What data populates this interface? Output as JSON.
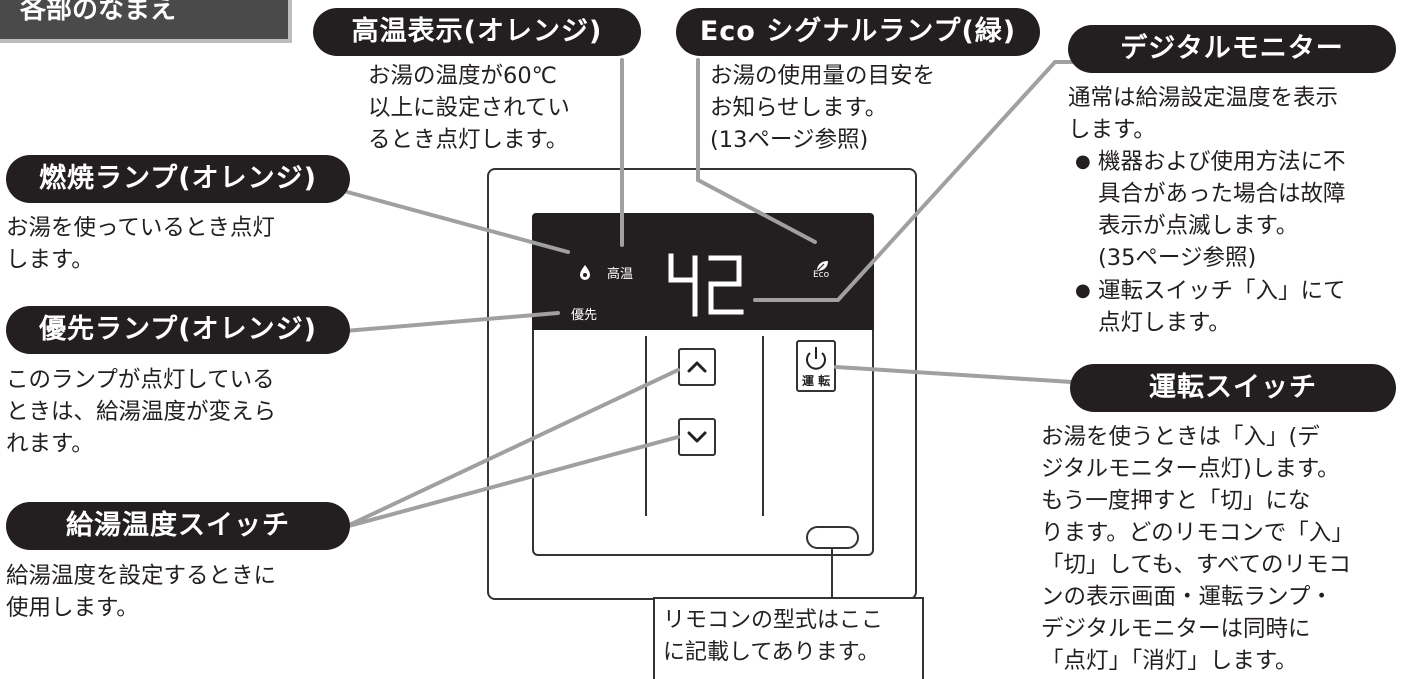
{
  "corner_tab": "各部のなまえ",
  "callouts": {
    "high_temp": {
      "title": "高温表示(オレンジ)",
      "desc": "お湯の温度が60℃\n以上に設定されてい\nるとき点灯します。"
    },
    "eco": {
      "title": "Eco シグナルランプ(緑)",
      "desc": "お湯の使用量の目安を\nお知らせします。\n(13ページ参照)"
    },
    "monitor": {
      "title": "デジタルモニター",
      "desc": "通常は給湯設定温度を表示\nします。",
      "bullets": [
        "機器および使用方法に不\n具合があった場合は故障\n表示が点滅します。\n(35ページ参照)",
        "運転スイッチ「入」にて\n点灯します。"
      ]
    },
    "combustion": {
      "title": "燃焼ランプ(オレンジ)",
      "desc": "お湯を使っているとき点灯\nします。"
    },
    "priority": {
      "title": "優先ランプ(オレンジ)",
      "desc": "このランプが点灯している\nときは、給湯温度が変えら\nれます。"
    },
    "temp_switch": {
      "title": "給湯温度スイッチ",
      "desc": "給湯温度を設定するときに\n使用します。"
    },
    "power_switch": {
      "title": "運転スイッチ",
      "desc": "お湯を使うときは「入」(デ\nジタルモニター点灯)します。\nもう一度押すと「切」にな\nります。どのリモコンで「入」\n「切」しても、すべてのリモコ\nンの表示画面・運転ランプ・\nデジタルモニターは同時に\n「点灯」「消灯」します。"
    },
    "model_note": "リモコンの型式はここ\nに記載してあります。"
  },
  "device": {
    "lcd_high_temp": "高温",
    "lcd_priority": "優先",
    "lcd_eco": "Eco",
    "temperature": "42",
    "power_label": "運 転"
  },
  "colors": {
    "pill": "#231f20",
    "leader": "#a0a0a0",
    "lcd": "#231f20"
  }
}
